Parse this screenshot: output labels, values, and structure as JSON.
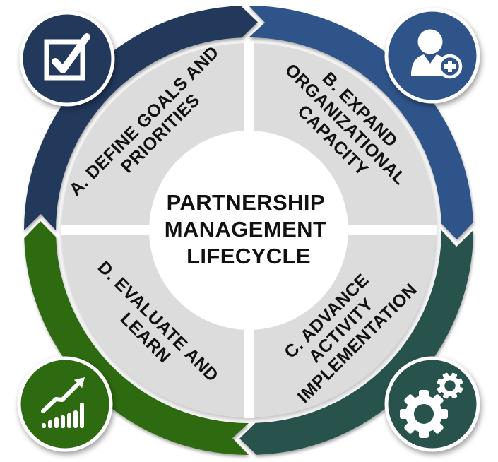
{
  "diagram": {
    "name": "Partnership Management Lifecycle",
    "center_title": {
      "label": "Partnership Management Lifecycle",
      "lines": [
        "PARTNERSHIP",
        "MANAGEMENT",
        "LIFECYCLE"
      ]
    },
    "quadrants": [
      {
        "key": "A",
        "label": "A. Define Goals and Priorities",
        "lines": [
          "A. DEFINE GOALS AND",
          "PRIORITIES"
        ]
      },
      {
        "key": "B",
        "label": "B. Expand Organizational Capacity",
        "lines": [
          "B. EXPAND",
          "ORGANIZATIONAL",
          "CAPACITY"
        ]
      },
      {
        "key": "C",
        "label": "C. Advance Activity Implementation",
        "lines": [
          "C. ADVANCE",
          "ACTIVITY",
          "IMPLEMENTATION"
        ]
      },
      {
        "key": "D",
        "label": "D. Evaluate and Learn",
        "lines": [
          "D. EVALUATE AND",
          "LEARN"
        ]
      }
    ],
    "icons": {
      "top_left": "checkbox-checkmark-icon",
      "top_right": "person-add-icon",
      "bottom_right": "gears-icon",
      "bottom_left": "growth-chart-icon"
    },
    "colors": {
      "navy": "#22395C",
      "blue": "#2F5489",
      "teal": "#28524C",
      "green": "#2E6B10",
      "quadrant_gray": "#DCDCDC",
      "label_text": "#111111",
      "glyph_white": "#FFFFFF"
    }
  }
}
